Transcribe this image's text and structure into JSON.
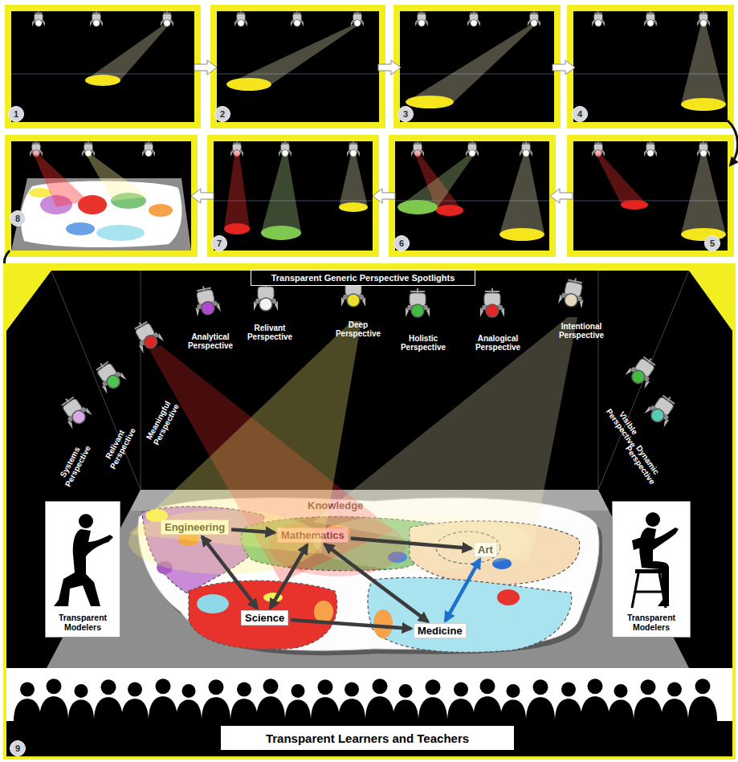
{
  "diagram": {
    "nodes": [
      {
        "text": [
          "Transparent Generic Perspective Spotlights"
        ]
      },
      {
        "text": [
          "Knowledge"
        ]
      },
      {
        "text": [
          "Engineering"
        ],
        "in": 1
      },
      {
        "text": [
          "Mathematics"
        ],
        "in": 1
      },
      {
        "text": [
          "Art"
        ],
        "in": 1
      },
      {
        "text": [
          "Science"
        ],
        "in": 1
      },
      {
        "text": [
          "Medicine"
        ],
        "in": 1
      },
      {
        "text": [
          "Transparent Modelers"
        ]
      },
      {
        "text": [
          "Transparent Modelers"
        ]
      },
      {
        "text": [
          "Transparent Learners and Teachers"
        ]
      }
    ],
    "edges": [
      {
        "from": 2,
        "to": 3,
        "arrow": "to"
      },
      {
        "from": 3,
        "to": 4,
        "arrow": "to"
      },
      {
        "from": 2,
        "to": 5,
        "arrow": "both"
      },
      {
        "from": 3,
        "to": 5,
        "arrow": "both"
      },
      {
        "from": 3,
        "to": 6,
        "arrow": "both"
      },
      {
        "from": 5,
        "to": 6,
        "arrow": "to"
      },
      {
        "from": 4,
        "to": 6,
        "arrow": "both"
      }
    ],
    "labels": [
      "1",
      "2",
      "3",
      "4",
      "5",
      "6",
      "7",
      "8",
      "Systems Perspective",
      "Relivant Perspective",
      "Meaningful Perspective",
      "Analytical Perspective",
      "Relivant Perspective",
      "Deep Perspective",
      "Holistic Perspective",
      "Analogical Perspective",
      "Intentional Perspective",
      "Visible Perspective",
      "Dynamic Perspective",
      "9"
    ]
  }
}
